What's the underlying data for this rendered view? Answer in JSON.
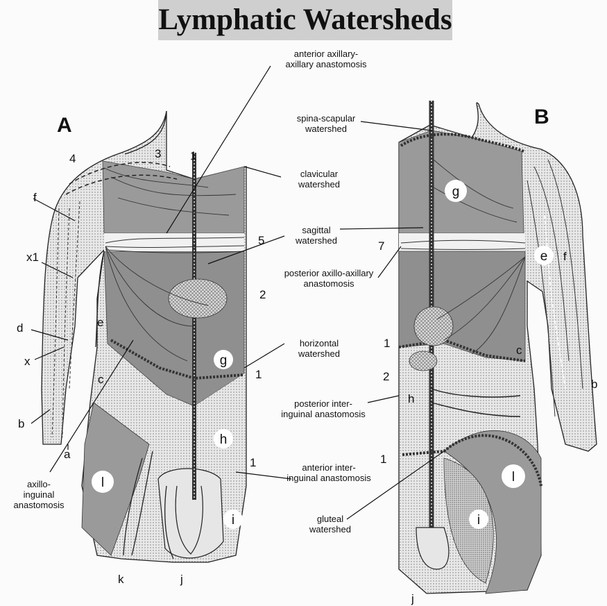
{
  "title": "Lymphatic Watersheds",
  "panels": {
    "a": "A",
    "b": "B"
  },
  "annotations": {
    "anterior_axillary_1": "anterior axillary-",
    "anterior_axillary_2": "axillary anastomosis",
    "spina_1": "spina-scapular",
    "spina_2": "watershed",
    "clavicular_1": "clavicular",
    "clavicular_2": "watershed",
    "sagittal_1": "sagittal",
    "sagittal_2": "watershed",
    "post_axillo_1": "posterior axillo-axillary",
    "post_axillo_2": "anastomosis",
    "horizontal_1": "horizontal",
    "horizontal_2": "watershed",
    "post_inter_1": "posterior inter-",
    "post_inter_2": "inguinal anastomosis",
    "ant_inter_1": "anterior inter-",
    "ant_inter_2": "inguinal anastomosis",
    "gluteal_1": "gluteal",
    "gluteal_2": "watershed",
    "axillo_1": "axillo-",
    "axillo_2": "inguinal",
    "axillo_3": "anastomosis"
  },
  "markers_a": {
    "n1_top": "1",
    "n3": "3",
    "n4": "4",
    "f": "f",
    "x1": "x1",
    "d": "d",
    "x": "x",
    "b": "b",
    "e": "e",
    "c": "c",
    "a": "a",
    "n5": "5",
    "n2": "2",
    "g": "g",
    "n1_mid": "1",
    "h": "h",
    "n1_low": "1",
    "l": "l",
    "i": "i",
    "k": "k",
    "j": "j"
  },
  "markers_b": {
    "g": "g",
    "n7": "7",
    "e": "e",
    "f": "f",
    "n1_mid": "1",
    "n2": "2",
    "c": "c",
    "b": "b",
    "h": "h",
    "n1_low": "1",
    "l": "l",
    "i": "i",
    "j": "j"
  },
  "colors": {
    "shade_dark": "#8a8a8a",
    "shade_mid": "#b4b4b4",
    "shade_light": "#d6d6d6",
    "title_bg": "#cfcfcf"
  }
}
